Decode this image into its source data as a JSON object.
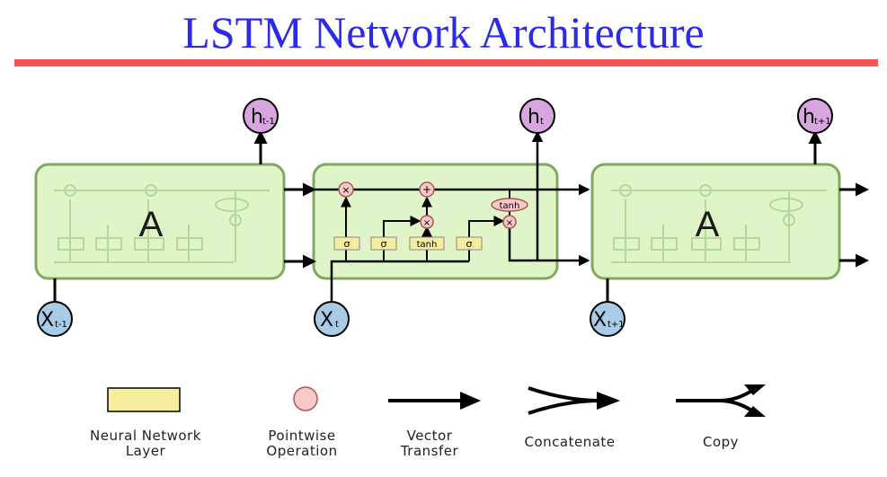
{
  "title": "LSTM Network Architecture",
  "cells": {
    "left_label": "A",
    "right_label": "A"
  },
  "inputs": {
    "prev": "t-1",
    "cur": "t",
    "next": "t+1"
  },
  "outputs": {
    "prev": "t-1",
    "cur": "t",
    "next": "t+1"
  },
  "symbols": {
    "x": "X",
    "h": "h"
  },
  "gates": {
    "sigma": "σ",
    "tanh": "tanh",
    "times": "×",
    "plus": "+"
  },
  "legend": {
    "nn_layer": [
      "Neural Network",
      "Layer"
    ],
    "pointwise": [
      "Pointwise",
      "Operation"
    ],
    "vector": [
      "Vector",
      "Transfer"
    ],
    "concat": [
      "Concatenate"
    ],
    "copy": [
      "Copy"
    ]
  },
  "colors": {
    "title": "#2a2ae8",
    "rule": "#f25454",
    "cell_fill": "#dff5c8",
    "cell_stroke": "#7fa862",
    "gate_fill": "#f5ed9e",
    "pointwise_fill": "#f7c9c9",
    "h_node": "#d8a6df",
    "x_node": "#a8cce8"
  }
}
